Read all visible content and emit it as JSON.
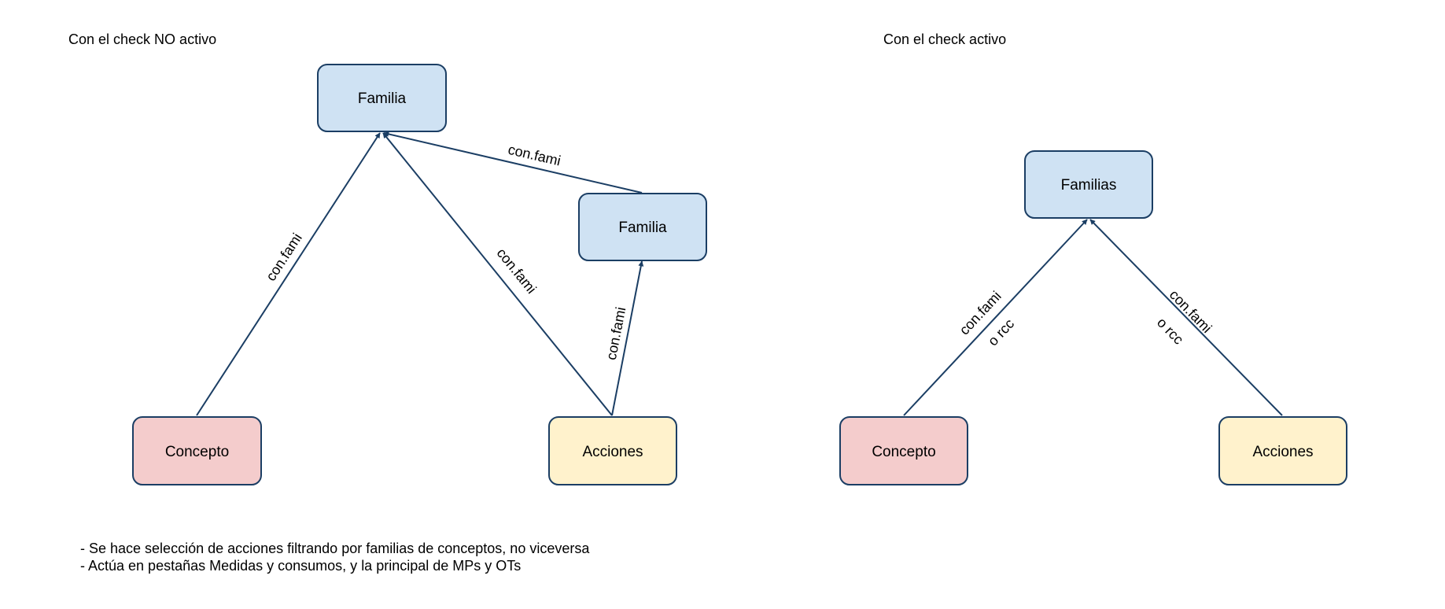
{
  "colors": {
    "stroke": "#1b3e64",
    "familia_fill": "#cfe2f3",
    "concepto_fill": "#f4cccc",
    "acciones_fill": "#fff2cc"
  },
  "left_panel": {
    "title": "Con el check NO activo",
    "nodes": {
      "familia_top": "Familia",
      "familia_right": "Familia",
      "concepto": "Concepto",
      "acciones": "Acciones"
    },
    "edge_labels": {
      "concepto_to_familia": "con.fami",
      "familia_right_to_familia": "con.fami",
      "acciones_to_familia": "con.fami",
      "acciones_to_familia_right": "con.fami"
    }
  },
  "right_panel": {
    "title": "Con el check activo",
    "nodes": {
      "familias": "Familias",
      "concepto": "Concepto",
      "acciones": "Acciones"
    },
    "edge_labels": {
      "concepto_line1": "con.fami",
      "concepto_line2": "o rcc",
      "acciones_line1": "con.fami",
      "acciones_line2": "o rcc"
    }
  },
  "notes": [
    "- Se hace selección de acciones filtrando por familias de conceptos, no viceversa",
    "- Actúa en pestañas Medidas y consumos, y la principal de MPs y OTs"
  ]
}
